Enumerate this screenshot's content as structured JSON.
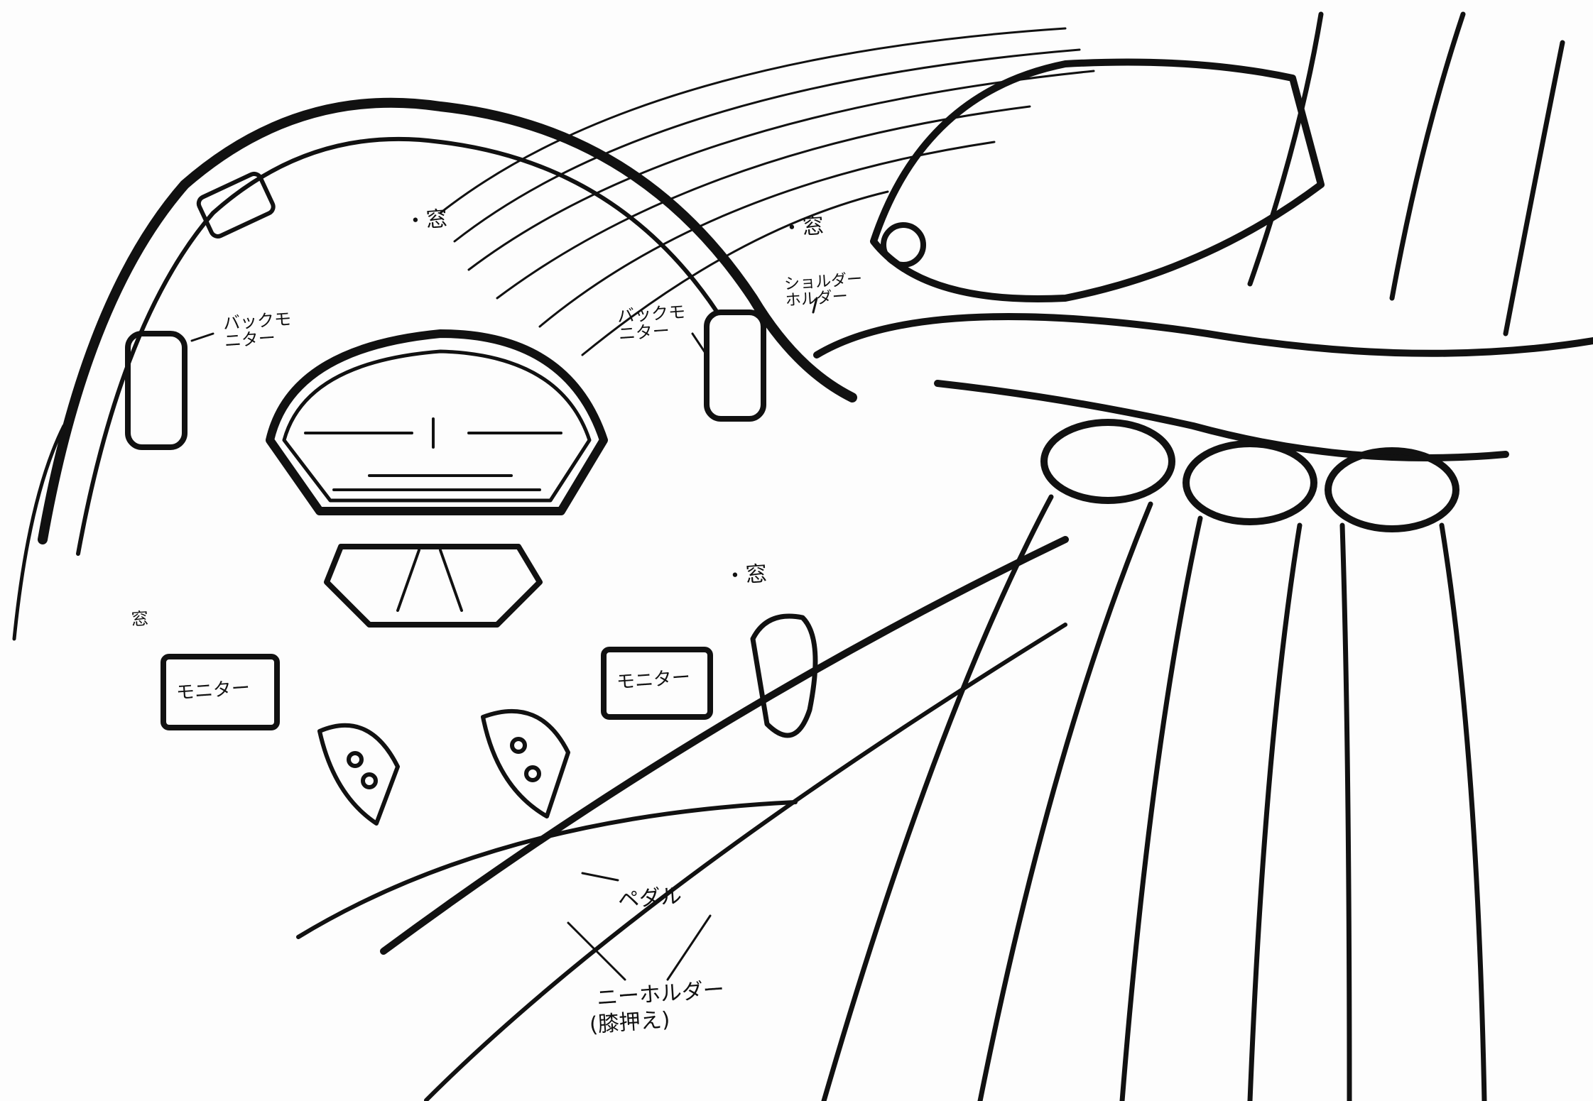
{
  "illustration": {
    "labels": {
      "window_top": "・窓",
      "window_right": "・窓",
      "window_center": "・窓",
      "window_left": "窓",
      "back_monitor_left": "バックモニター",
      "back_monitor_right": "バックモニター",
      "shoulder_holder": "ショルダーホルダー",
      "monitor_left": "モニター",
      "monitor_right": "モニター",
      "pedal": "ペダル",
      "knee_holder": "ニーホルダー",
      "knee_holder_note": "(膝押え)"
    },
    "colors": {
      "ink": "#111111",
      "paper": "#fdfdfd"
    }
  }
}
